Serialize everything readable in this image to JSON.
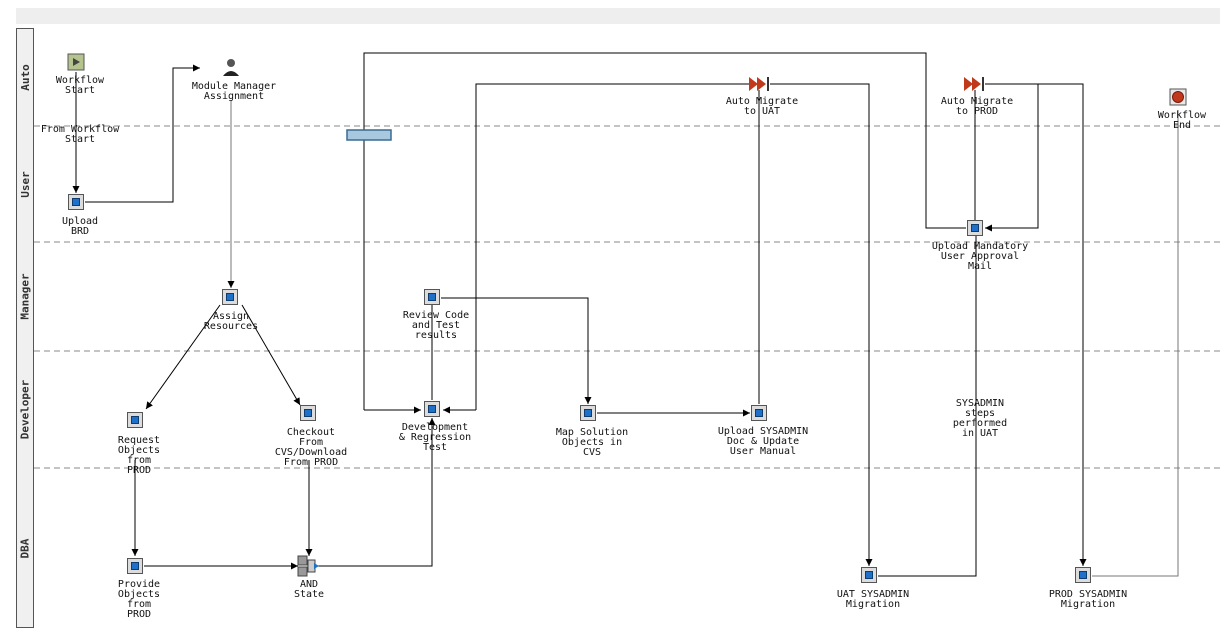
{
  "lanes": [
    "Auto",
    "User",
    "Manager",
    "Developer",
    "DBA"
  ],
  "nodes": {
    "workflow_start": "Workflow\nStart",
    "module_manager": "Module Manager\nAssignment",
    "auto_migrate_uat": "Auto Migrate\nto UAT",
    "auto_migrate_prod": "Auto Migrate\nto PROD",
    "workflow_end": "Workflow\nEnd",
    "upload_brd": "Upload\nBRD",
    "upload_mandatory": "Upload Mandatory\nUser Approval\nMail",
    "assign_resources": "Assign\nResources",
    "review_code": "Review Code\nand Test\nresults",
    "request_objects": "Request\nObjects\nfrom\nPROD",
    "checkout": "Checkout\nFrom\nCVS/Download\nFrom PROD",
    "development": "Development\n& Regression\nTest",
    "map_solution": "Map Solution\nObjects in\nCVS",
    "upload_sysadmin": "Upload SYSADMIN\nDoc & Update\nUser Manual",
    "provide_objects": "Provide\nObjects\nfrom\nPROD",
    "and_state": "AND\nState",
    "uat_migration": "UAT SYSADMIN\nMigration",
    "prod_migration": "PROD SYSADMIN\nMigration"
  },
  "annotations": {
    "from_workflow_start": "From Workflow\nStart",
    "sysadmin_steps": "SYSADMIN\nsteps\nperformed\nin UAT"
  },
  "colors": {
    "task_icon": "#1e70c8",
    "migrate_icon": "#c0391b",
    "lane_divider": "#888888",
    "connector": "#000000",
    "selection_bar": "#a8c8e0"
  }
}
